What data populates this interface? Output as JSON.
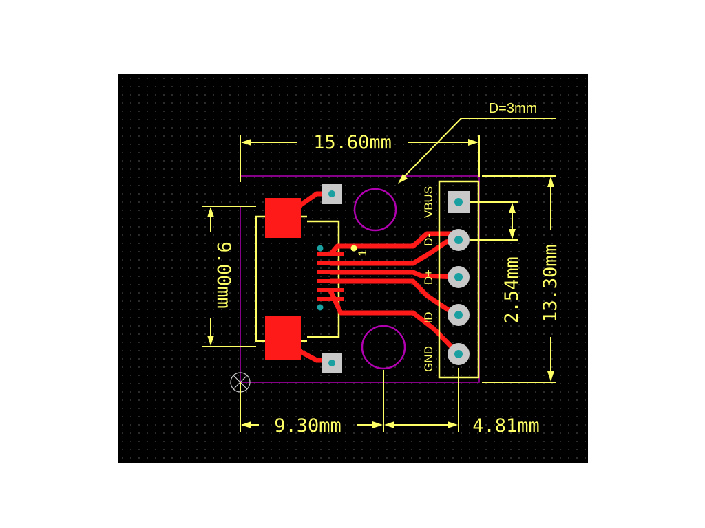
{
  "drawing": {
    "dimensions": {
      "total_width": "15.60mm",
      "connector_height": "9.00mm",
      "connector_to_hole": "9.30mm",
      "hole_to_header": "4.81mm",
      "pin_pitch": "2.54mm",
      "total_height": "13.30mm"
    },
    "hole_note": "D=3mm",
    "pin_labels": [
      "VBUS",
      "D-",
      "D+",
      "ID",
      "GND"
    ],
    "pin1_marker": "1"
  },
  "colors": {
    "background": "#000000",
    "grid_dots": "#4a4a4a",
    "dimension_lines": "#ffff66",
    "copper": "#ff1a1a",
    "board_outline": "#b000b0",
    "pads": "#c8c8c8",
    "drill": "#1aa0a0",
    "silkscreen": "#ffff66"
  },
  "icons": {
    "origin_marker": "crosshair-circle-icon"
  }
}
